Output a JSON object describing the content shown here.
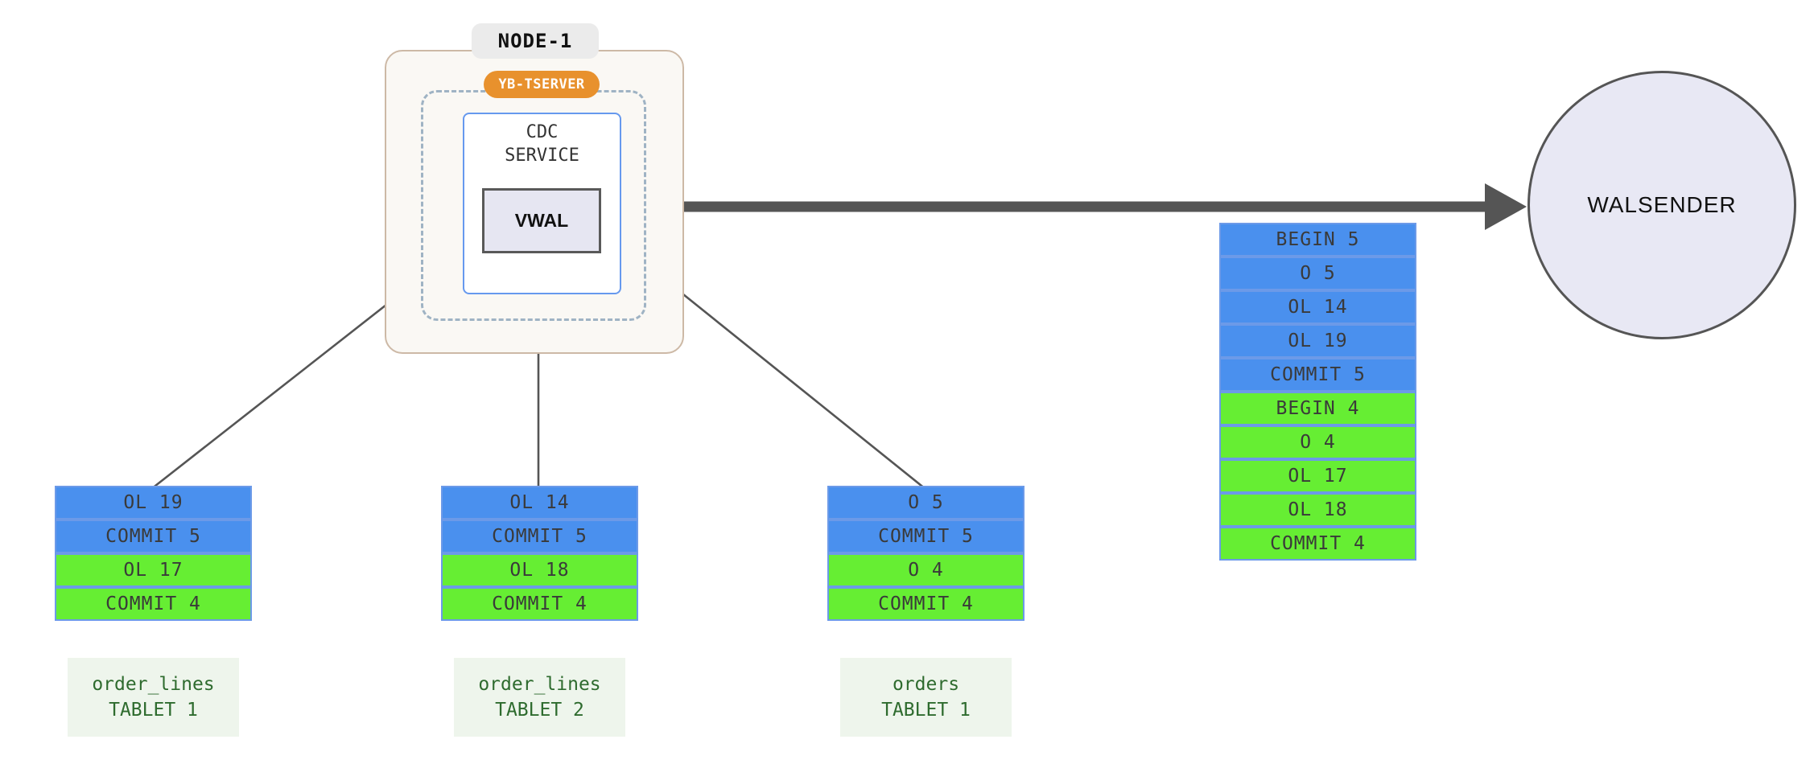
{
  "node": {
    "title": "NODE-1",
    "tserver_label": "YB-TSERVER",
    "cdc_label": "CDC\nSERVICE",
    "vwal_label": "VWAL"
  },
  "consumer": {
    "label": "WALSENDER"
  },
  "colors": {
    "blue_record": "#4a90ee",
    "green_record": "#66ee33",
    "record_border": "#6c9ae8",
    "record_text": "#3a3a3a",
    "node_fill": "#faf8f4",
    "node_border": "#cdb9a6",
    "tserver_badge": "#e8912d",
    "cdc_border": "#6699ee",
    "vwal_fill": "#e6e6f2",
    "vwal_border": "#595959",
    "walsender_fill": "#e8e8f4",
    "walsender_border": "#555555",
    "caption_fill": "#eef5ec",
    "caption_text": "#2e6b2e",
    "arrow": "#555555"
  },
  "tablets": [
    {
      "caption_table": "order_lines",
      "caption_tablet": "TABLET 1",
      "records": [
        {
          "label": "OL 19",
          "color": "blue"
        },
        {
          "label": "COMMIT 5",
          "color": "blue"
        },
        {
          "label": "OL 17",
          "color": "green"
        },
        {
          "label": "COMMIT 4",
          "color": "green"
        }
      ]
    },
    {
      "caption_table": "order_lines",
      "caption_tablet": "TABLET 2",
      "records": [
        {
          "label": "OL 14",
          "color": "blue"
        },
        {
          "label": "COMMIT 5",
          "color": "blue"
        },
        {
          "label": "OL 18",
          "color": "green"
        },
        {
          "label": "COMMIT 4",
          "color": "green"
        }
      ]
    },
    {
      "caption_table": "orders",
      "caption_tablet": "TABLET 1",
      "records": [
        {
          "label": "O 5",
          "color": "blue"
        },
        {
          "label": "COMMIT 5",
          "color": "blue"
        },
        {
          "label": "O 4",
          "color": "green"
        },
        {
          "label": "COMMIT 4",
          "color": "green"
        }
      ]
    }
  ],
  "output_stream": {
    "records": [
      {
        "label": "BEGIN 5",
        "color": "blue"
      },
      {
        "label": "O 5",
        "color": "blue"
      },
      {
        "label": "OL 14",
        "color": "blue"
      },
      {
        "label": "OL 19",
        "color": "blue"
      },
      {
        "label": "COMMIT 5",
        "color": "blue"
      },
      {
        "label": "BEGIN 4",
        "color": "green"
      },
      {
        "label": "O 4",
        "color": "green"
      },
      {
        "label": "OL 17",
        "color": "green"
      },
      {
        "label": "OL 18",
        "color": "green"
      },
      {
        "label": "COMMIT 4",
        "color": "green"
      }
    ]
  }
}
